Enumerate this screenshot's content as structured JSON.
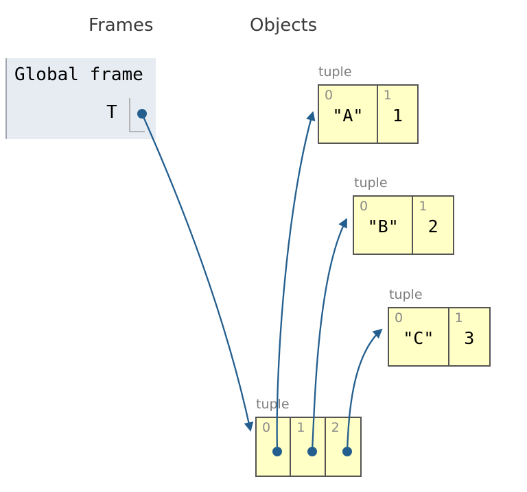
{
  "headings": {
    "frames": "Frames",
    "objects": "Objects"
  },
  "frames": {
    "global": {
      "title": "Global frame",
      "variables": [
        {
          "name": "T",
          "value": "pointer to tuple-main"
        }
      ]
    }
  },
  "objects": [
    {
      "id": "tuple-a",
      "label": "tuple",
      "cells": [
        {
          "index": "0",
          "value": "\"A\""
        },
        {
          "index": "1",
          "value": "1"
        }
      ]
    },
    {
      "id": "tuple-b",
      "label": "tuple",
      "cells": [
        {
          "index": "0",
          "value": "\"B\""
        },
        {
          "index": "1",
          "value": "2"
        }
      ]
    },
    {
      "id": "tuple-c",
      "label": "tuple",
      "cells": [
        {
          "index": "0",
          "value": "\"C\""
        },
        {
          "index": "1",
          "value": "3"
        }
      ]
    },
    {
      "id": "tuple-main",
      "label": "tuple",
      "cells": [
        {
          "index": "0",
          "value": "pointer to tuple-a"
        },
        {
          "index": "1",
          "value": "pointer to tuple-b"
        },
        {
          "index": "2",
          "value": "pointer to tuple-c"
        }
      ]
    }
  ],
  "pointers": [
    {
      "from": "Global frame / T",
      "to": "tuple-main"
    },
    {
      "from": "tuple-main[0]",
      "to": "tuple-a"
    },
    {
      "from": "tuple-main[1]",
      "to": "tuple-b"
    },
    {
      "from": "tuple-main[2]",
      "to": "tuple-c"
    }
  ],
  "colors": {
    "arrow": "#235e8e",
    "object_fill": "#ffffc6",
    "object_border": "#545454",
    "frame_fill": "#e7ecf3",
    "frame_border": "#9fa5ad",
    "label_gray": "#7d7d7d",
    "heading_gray": "#3b3b3b"
  }
}
